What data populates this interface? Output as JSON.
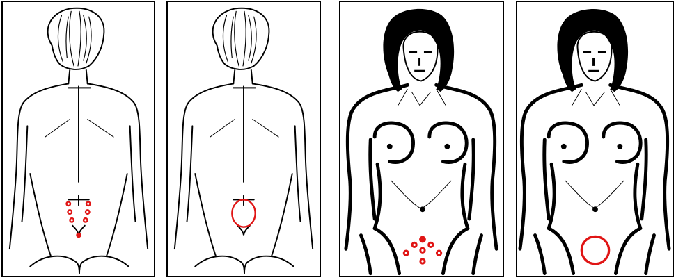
{
  "panels": [
    {
      "view": "back",
      "marker": "points"
    },
    {
      "view": "back",
      "marker": "circle"
    },
    {
      "view": "front",
      "marker": "points"
    },
    {
      "view": "front",
      "marker": "circle"
    }
  ],
  "colors": {
    "outline": "#000000",
    "marker": "#e01515",
    "hair": "#000000",
    "background": "#ffffff"
  }
}
